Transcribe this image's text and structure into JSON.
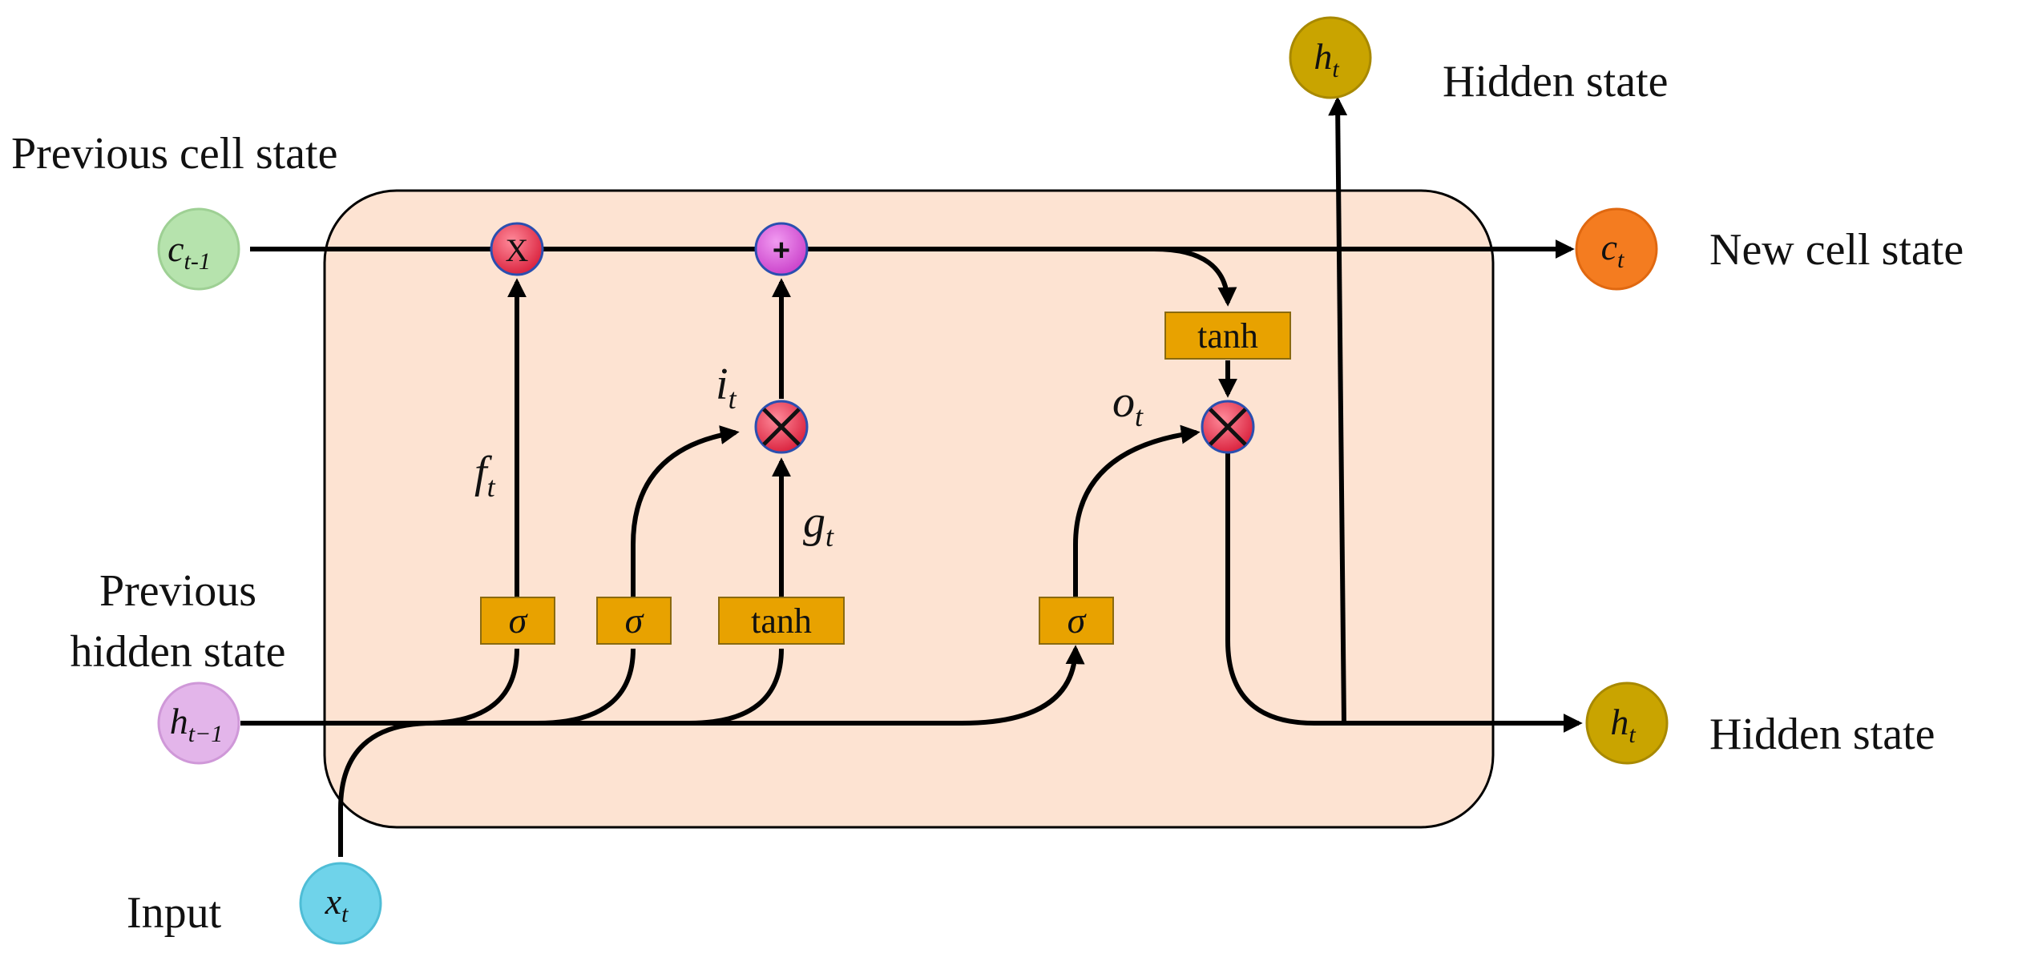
{
  "labels": {
    "previous_cell_state": "Previous cell state",
    "new_cell_state": "New cell state",
    "hidden_state_top": "Hidden state",
    "hidden_state_right": "Hidden state",
    "previous_hidden_line1": "Previous",
    "previous_hidden_line2": "hidden state",
    "input": "Input"
  },
  "nodes": {
    "c_prev": {
      "base": "c",
      "sub": "t-1"
    },
    "c_t": {
      "base": "c",
      "sub": "t"
    },
    "h_prev": {
      "base": "h",
      "sub": "t−1"
    },
    "h_t_top": {
      "base": "h",
      "sub": "t"
    },
    "h_t_right": {
      "base": "h",
      "sub": "t"
    },
    "x_t": {
      "base": "x",
      "sub": "t"
    }
  },
  "gates": {
    "forget_sigma": "σ",
    "input_sigma": "σ",
    "candidate_tanh": "tanh",
    "output_sigma": "σ",
    "cell_tanh": "tanh"
  },
  "operators": {
    "forget_mult": "X",
    "add": "+"
  },
  "signals": {
    "f": {
      "base": "f",
      "sub": "t"
    },
    "i": {
      "base": "i",
      "sub": "t"
    },
    "g": {
      "base": "g",
      "sub": "t"
    },
    "o": {
      "base": "o",
      "sub": "t"
    }
  },
  "colors": {
    "cell_background": "#fde3d2",
    "gate_fill": "#e8a200",
    "c_prev_node": "#b6e3ad",
    "c_t_node": "#f47c20",
    "h_node": "#c9a400",
    "h_prev_node": "#e3b5ea",
    "x_node": "#6fd3ea",
    "mult_node": "#e8394f",
    "add_node": "#d65ad6"
  }
}
